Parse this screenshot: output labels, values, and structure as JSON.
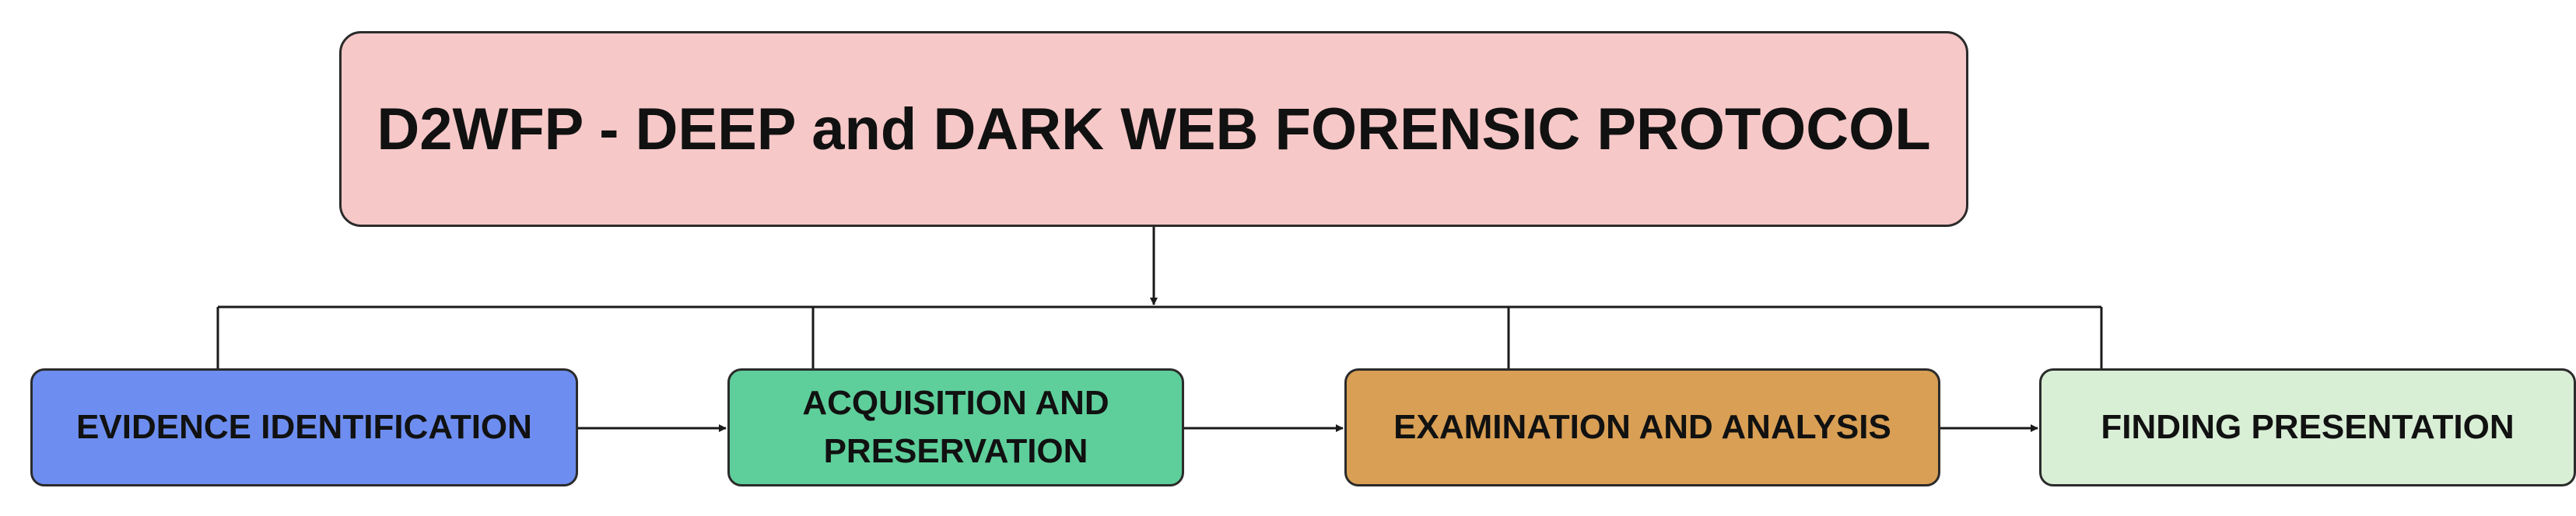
{
  "diagram": {
    "title": {
      "text": "D2WFP - DEEP and DARK WEB FORENSIC PROTOCOL",
      "fill": "#f7c8c8"
    },
    "steps": [
      {
        "label": "EVIDENCE IDENTIFICATION",
        "fill": "#6d8ef0"
      },
      {
        "label": "ACQUISITION AND PRESERVATION",
        "fill": "#5ecf9b"
      },
      {
        "label": "EXAMINATION AND ANALYSIS",
        "fill": "#d99f54"
      },
      {
        "label": "FINDING PRESENTATION",
        "fill": "#d8eed5"
      }
    ],
    "edges": [
      {
        "from": "title",
        "to": "steps"
      },
      {
        "from": "EVIDENCE IDENTIFICATION",
        "to": "ACQUISITION AND PRESERVATION"
      },
      {
        "from": "ACQUISITION AND PRESERVATION",
        "to": "EXAMINATION AND ANALYSIS"
      },
      {
        "from": "EXAMINATION AND ANALYSIS",
        "to": "FINDING PRESENTATION"
      }
    ],
    "line_color": "#1a1a1a"
  }
}
